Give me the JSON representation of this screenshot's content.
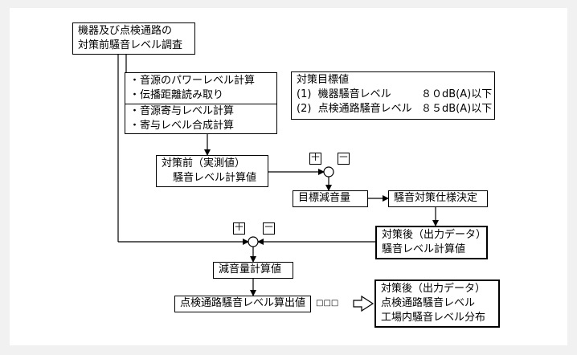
{
  "survey_box": {
    "line1": "機器及び点検通路の",
    "line2": "対策前騒音レベル調査"
  },
  "steps_box": {
    "items": [
      "・音源のパワーレベル計算",
      "・伝播距離読み取り",
      "・音源寄与レベル計算",
      "・寄与レベル合成計算"
    ]
  },
  "target_box": {
    "title": "対策目標値",
    "rows": [
      {
        "num": "(1)",
        "label": "機器騒音レベル",
        "value": "８０dB(A)以下"
      },
      {
        "num": "(2)",
        "label": "点検通路騒音レベル",
        "value": "８５dB(A)以下"
      }
    ]
  },
  "before_box": {
    "line1": "対策前（実測値）",
    "line2": "騒音レベル計算値"
  },
  "target_reduction": "目標減音量",
  "spec_decision": "騒音対策仕様決定",
  "after_calc_box": {
    "line1": "対策後（出力データ）",
    "line2": "騒音レベル計算値"
  },
  "reduction_calc": "減音量計算値",
  "walkway_output": "点検通路騒音レベル算出値",
  "dots": "□□□",
  "after_output_box": {
    "line1": "対策後（出力データ）",
    "line2": "点検通路騒音レベル",
    "line3": "工場内騒音レベル分布"
  },
  "signs": {
    "plus": "＋",
    "minus": "－"
  }
}
